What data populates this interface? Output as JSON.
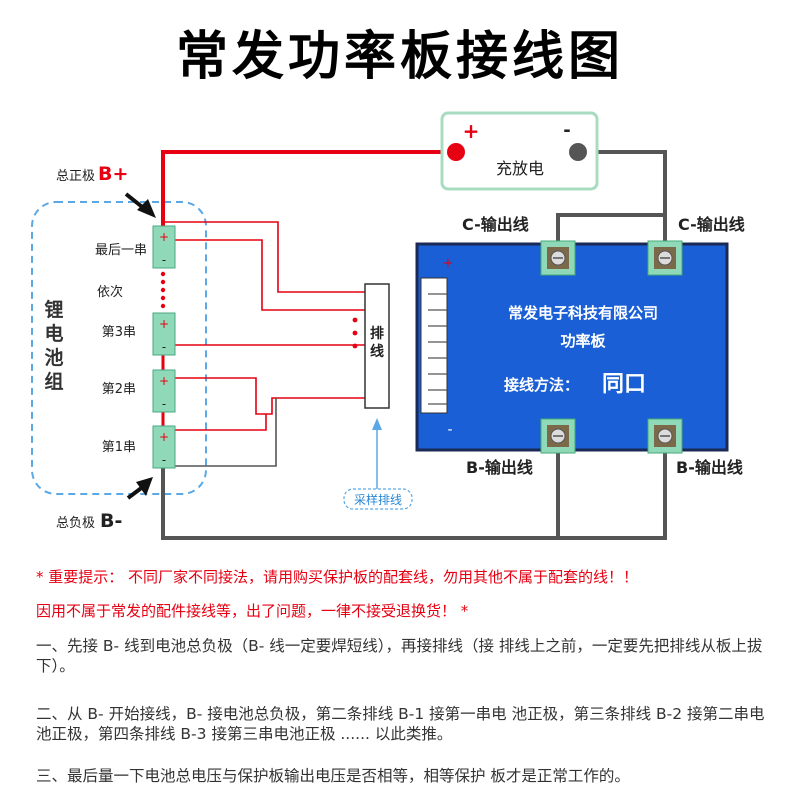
{
  "title": "常发功率板接线图",
  "labels": {
    "total_positive_prefix": "总正极",
    "total_positive_suffix": "B+",
    "total_negative_prefix": "总负极",
    "total_negative_suffix": "B-",
    "battery_group": [
      "锂",
      "电",
      "池",
      "组"
    ],
    "cells": [
      "最后一串",
      "依次",
      "第3串",
      "第2串",
      "第1串"
    ],
    "charge_plus": "+",
    "charge_minus": "-",
    "charge_label": "充放电",
    "c_output_left": "C-输出线",
    "c_output_right": "C-输出线",
    "b_output_left": "B-输出线",
    "b_output_right": "B-输出线",
    "ribbon_label": [
      "排",
      "线"
    ],
    "sampling_label": "采样排线",
    "board_company": "常发电子科技有限公司",
    "board_name": "功率板",
    "board_method_label": "接线方法：",
    "board_method_value": "同口",
    "board_plus": "+",
    "board_minus": "-",
    "cell_plus": "+",
    "cell_minus": "-"
  },
  "notes": {
    "line1": "* 重要提示：  不同厂家不同接法，请用购买保护板的配套线，勿用其他不属于配套的线！！",
    "line2": "因用不属于常发的配件接线等，出了问题，一律不接受退换货！  *"
  },
  "steps": {
    "step1": "一、先接 B- 线到电池总负极（B- 线一定要焊短线），再接排线（接 排线上之前，一定要先把排线从板上拔下）。",
    "step2": "二、从 B- 开始接线，B- 接电池总负极，第二条排线 B-1 接第一串电 池正极，第三条排线 B-2 接第二串电池正极，第四条排线 B-3 接第三串电池正极 ...... 以此类推。",
    "step3": "三、最后量一下电池总电压与保护板输出电压是否相等，相等保护 板才是正常工作的。"
  },
  "colors": {
    "red": "#e60012",
    "gray": "#555555",
    "board_blue": "#1a5fd6",
    "cell_green": "#8fd9b8",
    "dashed_blue": "#5aa9e6",
    "charger_border": "#a8dcc0"
  }
}
